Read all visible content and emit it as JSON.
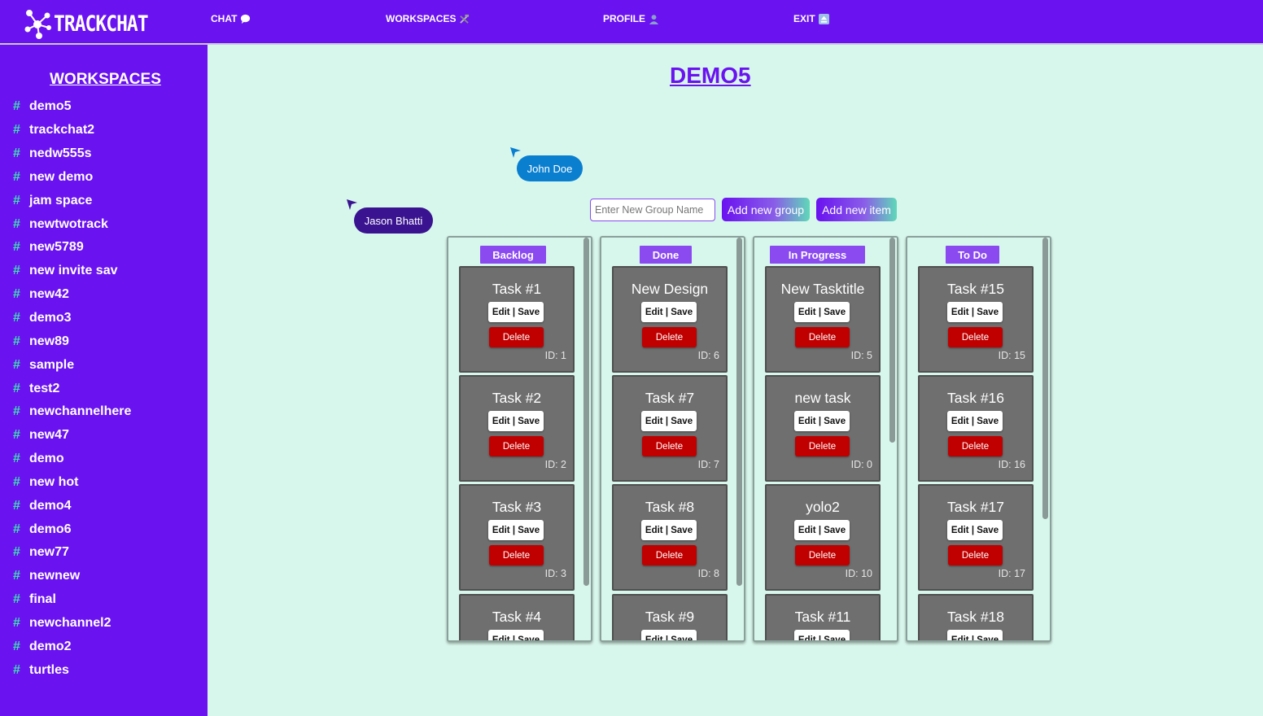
{
  "app": {
    "name": "TRACKCHAT"
  },
  "nav": [
    {
      "label": "CHAT",
      "icon": "speech-bubble-icon"
    },
    {
      "label": "WORKSPACES",
      "icon": "hammer-wrench-icon"
    },
    {
      "label": "PROFILE",
      "icon": "user-silhouette-icon"
    },
    {
      "label": "EXIT",
      "icon": "eject-icon"
    }
  ],
  "sidebar": {
    "title": "WORKSPACES",
    "items": [
      "demo5",
      "trackchat2",
      "nedw555s",
      "new demo",
      "jam space",
      "newtwotrack",
      "new5789",
      "new invite sav",
      "new42",
      "demo3",
      "new89",
      "sample",
      "test2",
      "newchannelhere",
      "new47",
      "demo",
      "new hot",
      "demo4",
      "demo6",
      "new77",
      "newnew",
      "final",
      "newchannel2",
      "demo2",
      "turtles"
    ]
  },
  "main": {
    "title": "DEMO5",
    "users": [
      "John Doe",
      "Jason Bhatti"
    ],
    "group_input_placeholder": "Enter New Group Name",
    "add_group_label": "Add new group",
    "add_item_label": "Add new item"
  },
  "card_labels": {
    "edit": "Edit | Save",
    "delete": "Delete",
    "id_prefix": "ID: "
  },
  "columns": [
    {
      "name": "Backlog",
      "cards": [
        {
          "title": "Task #1",
          "id": "1"
        },
        {
          "title": "Task #2",
          "id": "2"
        },
        {
          "title": "Task #3",
          "id": "3"
        },
        {
          "title": "Task #4",
          "id": ""
        }
      ]
    },
    {
      "name": "Done",
      "cards": [
        {
          "title": "New Design",
          "id": "6"
        },
        {
          "title": "Task #7",
          "id": "7"
        },
        {
          "title": "Task #8",
          "id": "8"
        },
        {
          "title": "Task #9",
          "id": ""
        }
      ]
    },
    {
      "name": "In Progress",
      "cards": [
        {
          "title": "New Tasktitle",
          "id": "5"
        },
        {
          "title": "new task",
          "id": "0"
        },
        {
          "title": "yolo2",
          "id": "10"
        },
        {
          "title": "Task #11",
          "id": ""
        }
      ]
    },
    {
      "name": "To Do",
      "cards": [
        {
          "title": "Task #15",
          "id": "15"
        },
        {
          "title": "Task #16",
          "id": "16"
        },
        {
          "title": "Task #17",
          "id": "17"
        },
        {
          "title": "Task #18",
          "id": ""
        }
      ]
    }
  ],
  "colors": {
    "brand": "#6a12f0",
    "accent": "#3ee0b0",
    "background": "#d8f7ec",
    "delete": "#c00000",
    "user1": "#0a7fd0",
    "user2": "#3a1390"
  }
}
